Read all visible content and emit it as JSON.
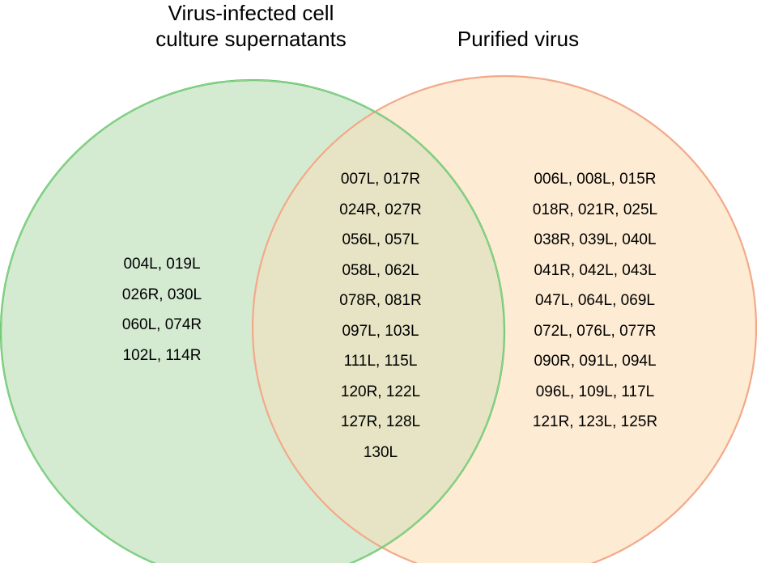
{
  "diagram": {
    "type": "venn",
    "sets": [
      {
        "title_lines": [
          "Virus-infected cell",
          "culture supernatants"
        ],
        "fill": "#d4ebd2",
        "stroke": "#27b23e"
      },
      {
        "title_lines": [
          "Purified virus"
        ],
        "fill": "#fdebd3",
        "stroke": "#f2a98a"
      }
    ],
    "overlap_fill": "#e6e4c4",
    "only_left": [
      "004L, 019L",
      "026R, 030L",
      "060L, 074R",
      "102L, 114R"
    ],
    "both": [
      "007L, 017R",
      "024R, 027R",
      "056L, 057L",
      "058L, 062L",
      "078R, 081R",
      "097L, 103L",
      "111L, 115L",
      "120R, 122L",
      "127R, 128L",
      "130L"
    ],
    "only_right": [
      "006L, 008L, 015R",
      "018R, 021R, 025L",
      "038R, 039L, 040L",
      "041R, 042L, 043L",
      "047L, 064L, 069L",
      "072L, 076L, 077R",
      "090R, 091L, 094L",
      "096L, 109L, 117L",
      "121R, 123L, 125R"
    ]
  }
}
